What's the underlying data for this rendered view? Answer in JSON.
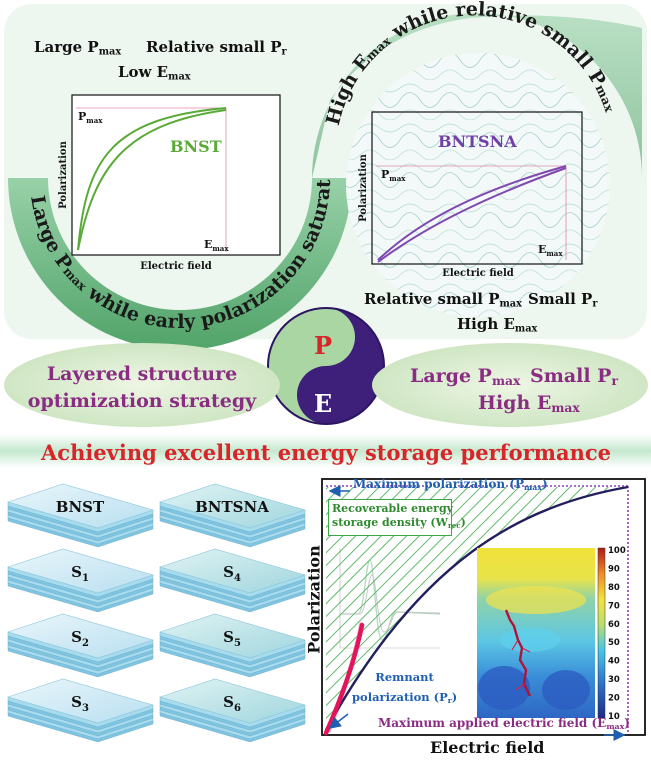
{
  "top": {
    "bnst_notes": {
      "a_main": "Large P",
      "a_sub": "max",
      "b_main": "Relative small P",
      "b_sub": "r",
      "c_main": "Low E",
      "c_sub": "max"
    },
    "bnst_plot": {
      "label": "BNST",
      "xlabel": "Electric field",
      "ylabel": "Polarization",
      "pmax_main": "P",
      "pmax_sub": "max",
      "emax_main": "E",
      "emax_sub": "max"
    },
    "bntsna_plot": {
      "label": "BNTSNA",
      "xlabel": "Electric field",
      "ylabel": "Polarization",
      "pmax_main": "P",
      "pmax_sub": "max",
      "emax_main": "E",
      "emax_sub": "max"
    },
    "bntsna_notes": {
      "a_main": "Relative small P",
      "a_sub": "max",
      "b_main": "Small P",
      "b_sub": "r",
      "c_main": "High E",
      "c_sub": "max"
    },
    "arc_left": {
      "s1": "Large P",
      "s2": "max",
      "s3": " while early polarization saturation"
    },
    "arc_right": {
      "s1": "High E",
      "s2": "max",
      "s3": " while relative small P",
      "s4": "max"
    }
  },
  "middle": {
    "yin_p": "P",
    "yin_e": "E",
    "left_line1": "Layered structure",
    "left_line2": "optimization strategy",
    "right_a_main": "Large P",
    "right_a_sub": "max",
    "right_b_main": "Small P",
    "right_b_sub": "r",
    "right_c_main": "High E",
    "right_c_sub": "max",
    "banner": "Achieving excellent energy storage performance"
  },
  "stacks": [
    {
      "main": "BNST",
      "sub": ""
    },
    {
      "main": "BNTSNA",
      "sub": ""
    },
    {
      "main": "S",
      "sub": "1"
    },
    {
      "main": "S",
      "sub": "4"
    },
    {
      "main": "S",
      "sub": "2"
    },
    {
      "main": "S",
      "sub": "5"
    },
    {
      "main": "S",
      "sub": "3"
    },
    {
      "main": "S",
      "sub": "6"
    }
  ],
  "main_plot": {
    "xlabel": "Electric field",
    "ylabel": "Polarization",
    "pmax_label_main": "Maximum polarization (P",
    "pmax_label_sub": "max",
    "pmax_label_end": ")",
    "wrec_line1": "Recoverable energy",
    "wrec_line2_main": "storage density (W",
    "wrec_line2_sub": "rec",
    "wrec_line2_end": ")",
    "remnant_line1": "Remnant",
    "remnant_line2_main": "polarization (P",
    "remnant_line2_sub": "r",
    "remnant_line2_end": ")",
    "emax_label_main": "Maximum applied electric field (E",
    "emax_label_sub": "max",
    "emax_label_end": ")",
    "colorbar_ticks": [
      "100",
      "90",
      "80",
      "70",
      "60",
      "50",
      "40",
      "30",
      "20",
      "10"
    ]
  },
  "colors": {
    "green_curve": "#5aaa38",
    "purple_curve": "#8048b0",
    "red_curve": "#e3145a",
    "navy_curve": "#231f5e",
    "banner_red": "#d7262a",
    "purple_text": "#8a2d82"
  }
}
